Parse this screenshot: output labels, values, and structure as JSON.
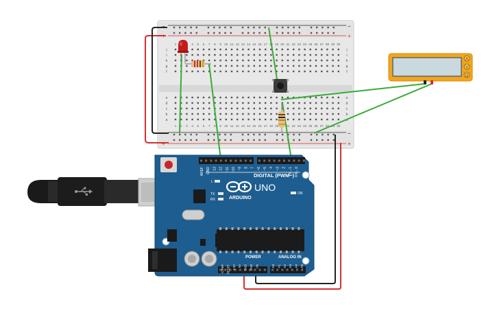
{
  "breadboard": {
    "row_letters_top": [
      "j",
      "i",
      "h",
      "g",
      "f"
    ],
    "row_letters_bottom": [
      "e",
      "d",
      "c",
      "b",
      "a"
    ],
    "column_numbers": [
      "1",
      "2",
      "3",
      "4",
      "5",
      "6",
      "7",
      "8",
      "9",
      "10",
      "11",
      "12",
      "13",
      "14",
      "15",
      "16",
      "17",
      "18",
      "19",
      "20",
      "21",
      "22",
      "23",
      "24",
      "25",
      "26",
      "27",
      "28",
      "29",
      "30"
    ],
    "rail_plus": "+",
    "rail_minus": "−"
  },
  "arduino": {
    "brand": "ARDUINO",
    "model": "UNO",
    "digital_label": "DIGITAL (PWM~)",
    "power_label": "POWER",
    "analog_label": "ANALOG IN",
    "on_label": "ON",
    "tx_label": "TX",
    "rx_label": "RX",
    "l_label": "L",
    "top_pin_labels": [
      "AREF",
      "GND",
      "13",
      "12",
      "~11",
      "~10",
      "~9",
      "8",
      "7",
      "~6",
      "~5",
      "4",
      "~3",
      "2",
      "TX→1",
      "RX←0"
    ],
    "power_pin_labels": [
      "IOREF",
      "RESET",
      "3.3V",
      "5V",
      "GND",
      "GND",
      "Vin"
    ],
    "analog_pin_labels": [
      "A0",
      "A1",
      "A2",
      "A3",
      "A4",
      "A5"
    ]
  },
  "multimeter": {
    "mode_labels": [
      "A",
      "V",
      "Ω"
    ]
  },
  "colors": {
    "board_blue": "#1e5d8f",
    "wire_red": "#d42f2f",
    "wire_black": "#222222",
    "wire_green": "#3aaa35",
    "breadboard": "#e8e8e8",
    "multimeter_body": "#f2a51c"
  }
}
